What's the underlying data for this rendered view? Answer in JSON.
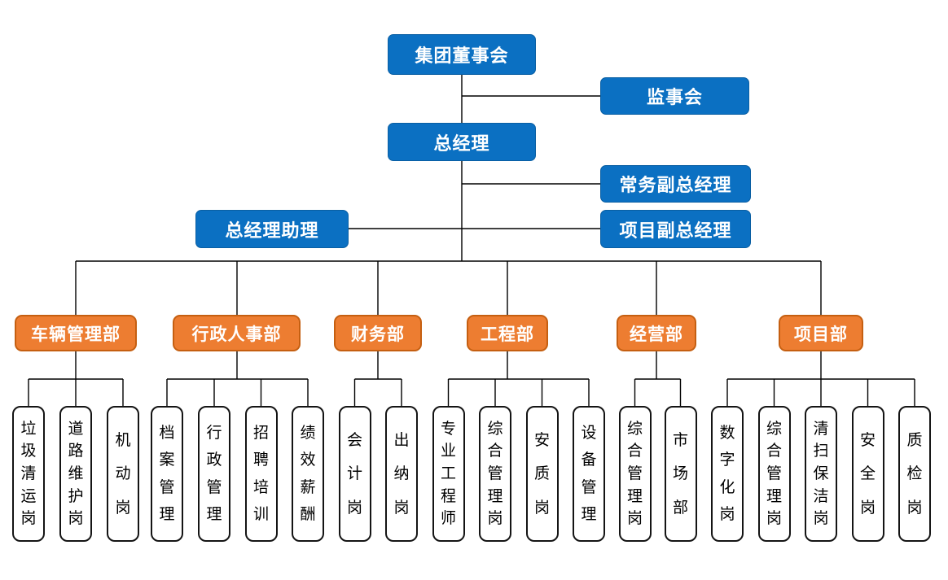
{
  "palette": {
    "blue": "#0b70c2",
    "blue_border": "#0a5fa3",
    "orange": "#ed7d31",
    "orange_border": "#c55f11",
    "line": "#000000",
    "post_border": "#141414"
  },
  "leadership": {
    "board": "集团董事会",
    "supervisory_board": "监事会",
    "general_manager": "总经理",
    "executive_deputy_gm": "常务副总经理",
    "gm_assistant": "总经理助理",
    "project_deputy_gm": "项目副总经理"
  },
  "departments": [
    {
      "name": "车辆管理部",
      "posts": [
        "垃圾清运岗",
        "道路维护岗",
        "机动岗"
      ]
    },
    {
      "name": "行政人事部",
      "posts": [
        "档案管理",
        "行政管理",
        "招聘培训",
        "绩效薪酬"
      ]
    },
    {
      "name": "财务部",
      "posts": [
        "会计岗",
        "出纳岗"
      ]
    },
    {
      "name": "工程部",
      "posts": [
        "专业工程师",
        "综合管理岗",
        "安质岗",
        "设备管理"
      ]
    },
    {
      "name": "经营部",
      "posts": [
        "综合管理岗",
        "市场部"
      ]
    },
    {
      "name": "项目部",
      "posts": [
        "数字化岗",
        "综合管理岗",
        "清扫保洁岗",
        "安全岗",
        "质检岗"
      ]
    }
  ]
}
